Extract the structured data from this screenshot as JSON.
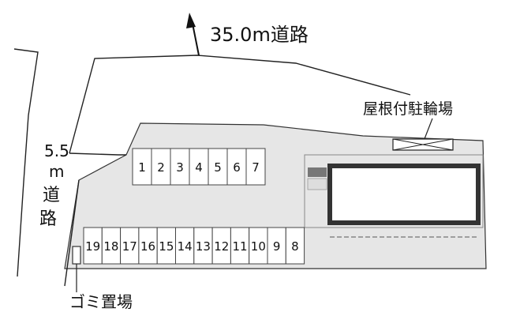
{
  "labels": {
    "north_road": "35.0m道路",
    "west_road_width": "5.5",
    "west_road_unit": "m",
    "west_road_char1": "道",
    "west_road_char2": "路",
    "bicycle_parking": "屋根付駐輪場",
    "garbage_area": "ゴミ置場"
  },
  "parking": {
    "top_row": [
      "1",
      "2",
      "3",
      "4",
      "5",
      "6",
      "7"
    ],
    "bottom_row": [
      "19",
      "18",
      "17",
      "16",
      "15",
      "14",
      "13",
      "12",
      "11",
      "10",
      "9",
      "8"
    ]
  },
  "icons": {
    "north_arrow": "north-arrow-icon",
    "bicycle_shelter": "cross-box-icon"
  },
  "colors": {
    "lot_fill": "#e6e6e6",
    "road_fill": "#ffffff",
    "building_outline": "#333333",
    "line": "#222222"
  }
}
